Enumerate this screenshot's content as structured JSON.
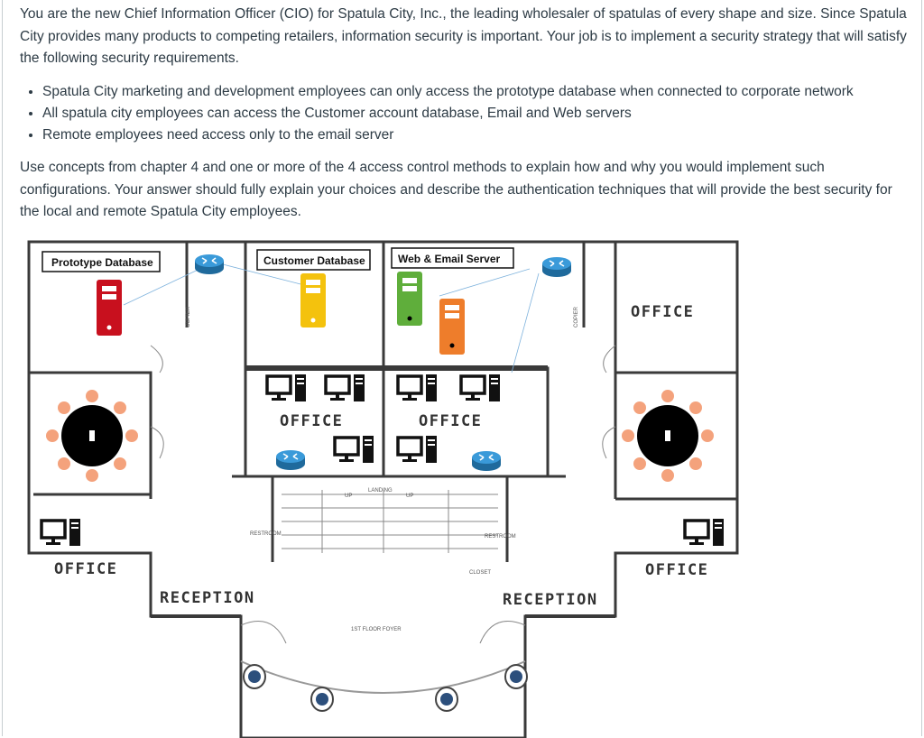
{
  "prompt": {
    "intro": "You are the new Chief Information Officer (CIO) for Spatula City, Inc., the leading wholesaler of spatulas of every shape and size. Since Spatula City provides many products to competing retailers, information security is important. Your job is to implement a security strategy that will satisfy the following security requirements.",
    "requirements": [
      "Spatula City marketing and development employees can only access the prototype database when connected to corporate network",
      "All spatula city employees can access the Customer account database, Email and Web servers",
      "Remote employees need access only to the email server"
    ],
    "instructions": "Use concepts from chapter 4 and one or more of the 4 access control methods to explain how and why you would implement such configurations. Your answer should fully explain your choices and describe the authentication techniques that will provide the best security for the local and remote Spatula City employees."
  },
  "floorplan": {
    "server_labels": {
      "prototype": "Prototype Database",
      "customer": "Customer Database",
      "web_email": "Web & Email Server"
    },
    "room_labels": {
      "office_top_right": "OFFICE",
      "office_center_left": "OFFICE",
      "office_center_right": "OFFICE",
      "office_left": "OFFICE",
      "office_right": "OFFICE",
      "reception_left": "RECEPTION",
      "reception_right": "RECEPTION"
    },
    "small_labels": {
      "copier_left": "COPIER",
      "copier_right": "COPIER",
      "restroom_left": "RESTROOM",
      "restroom_right": "RESTROOM",
      "landing": "LANDING",
      "up_left": "UP",
      "up_right": "UP",
      "closet": "CLOSET",
      "foyer": "1ST FLOOR FOYER"
    },
    "server_colors": {
      "prototype": "#c8101e",
      "customer": "#f4c20d",
      "web": "#5fae3b",
      "email": "#ee7d2b"
    },
    "router_color": "#2e86c1",
    "icons": [
      "router-icon",
      "server-icon",
      "workstation-icon",
      "conference-table-icon"
    ]
  }
}
